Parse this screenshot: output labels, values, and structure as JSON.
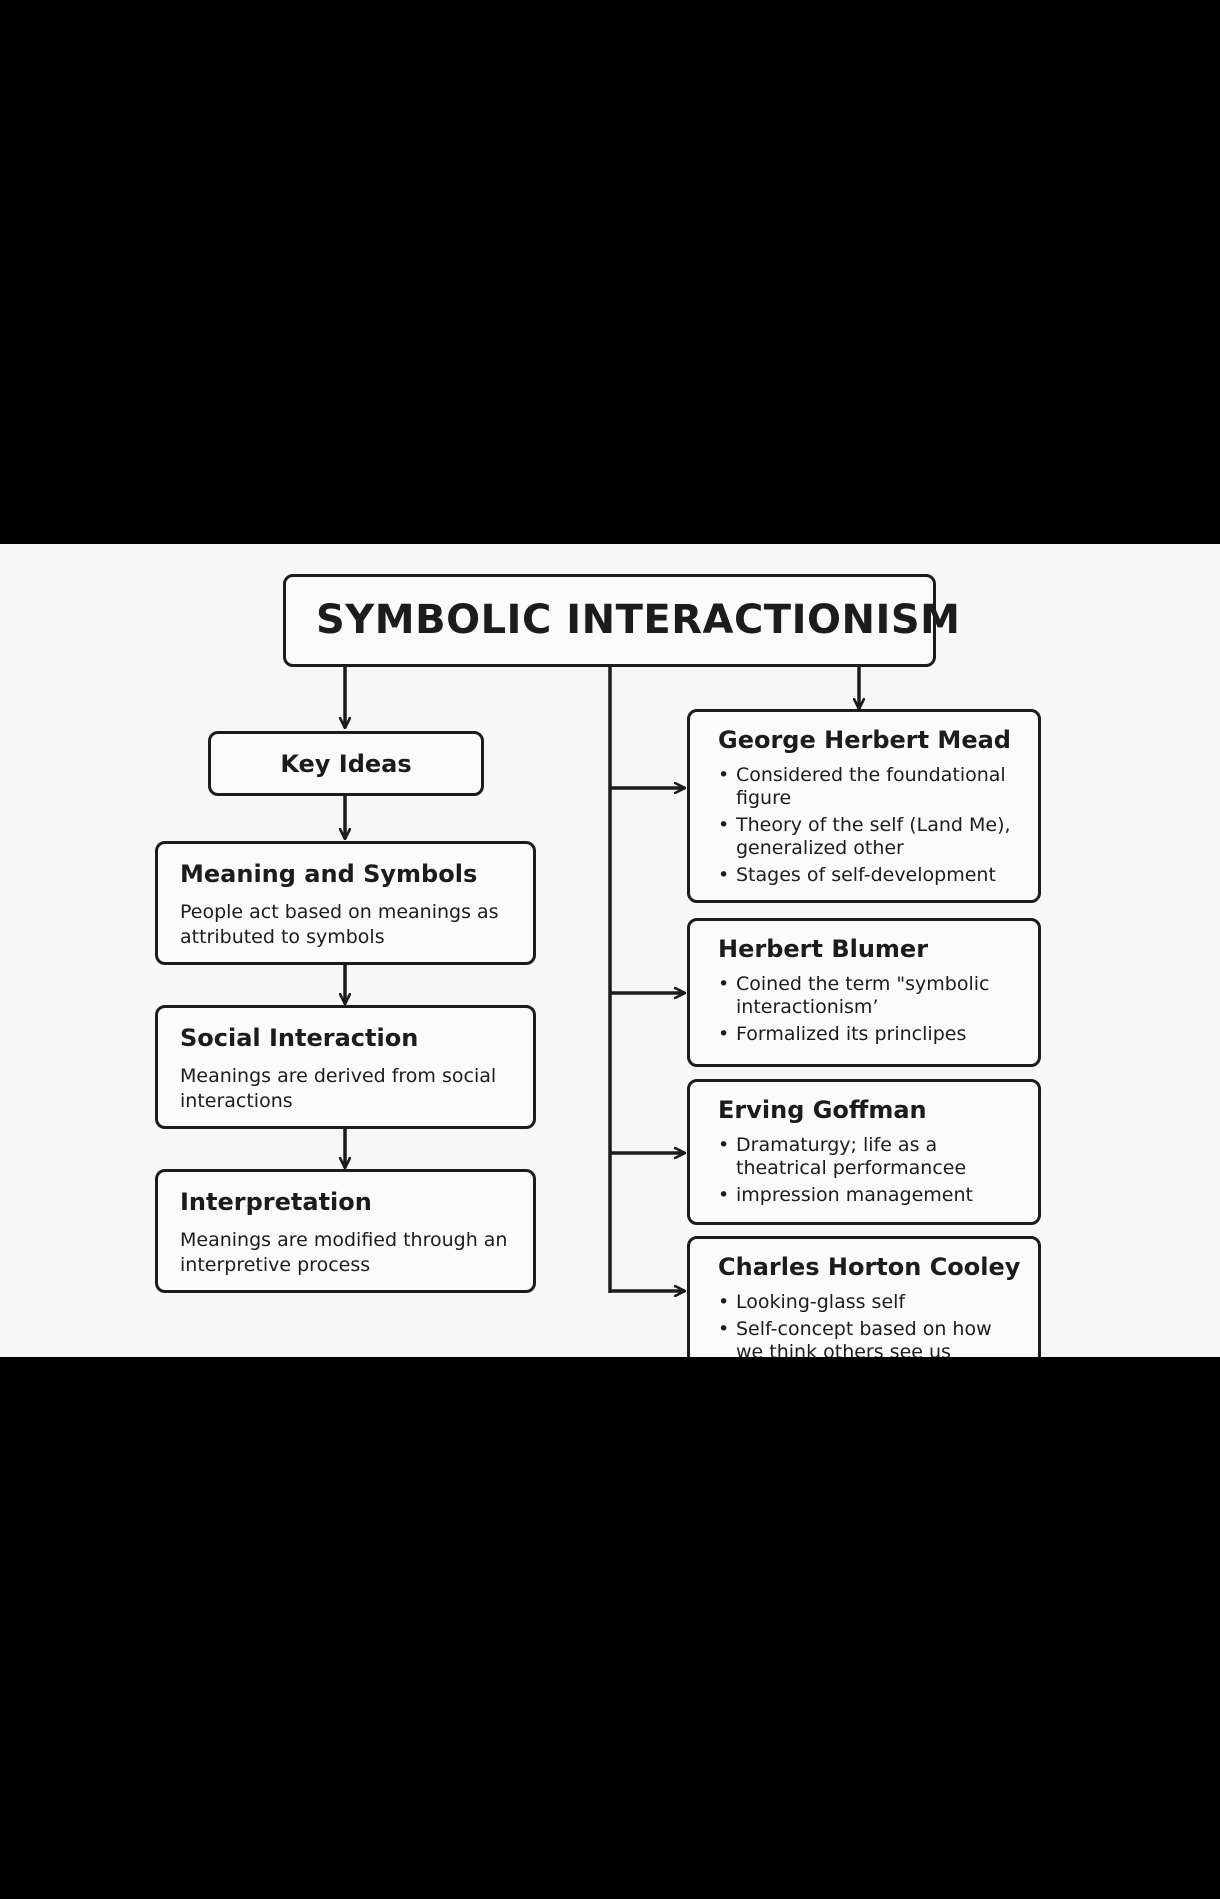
{
  "title": "SYMBOLIC INTERACTIONISM",
  "key_ideas": {
    "label": "Key Ideas",
    "items": [
      {
        "heading": "Meaning and Symbols",
        "text": "People act based on meanings as attributed to symbols"
      },
      {
        "heading": "Social Interaction",
        "text": "Meanings are derived from social interactions"
      },
      {
        "heading": "Interpretation",
        "text": "Meanings are modified through an interpretive process"
      }
    ]
  },
  "theorists": [
    {
      "name": "George Herbert Mead",
      "points": [
        "Considered the foundational figure",
        "Theory of the self (Land Me), generalized other",
        "Stages of self-development"
      ]
    },
    {
      "name": "Herbert Blumer",
      "points": [
        "Coined the term \"symbolic interactionism’",
        "Formalized its princlipes"
      ]
    },
    {
      "name": "Erving Goffman",
      "points": [
        "Dramaturgy; life as a theatrical performancee",
        "impression management"
      ]
    },
    {
      "name": "Charles Horton Cooley",
      "points": [
        "Looking-glass self",
        "Self-concept based on how we think others see us"
      ]
    }
  ]
}
